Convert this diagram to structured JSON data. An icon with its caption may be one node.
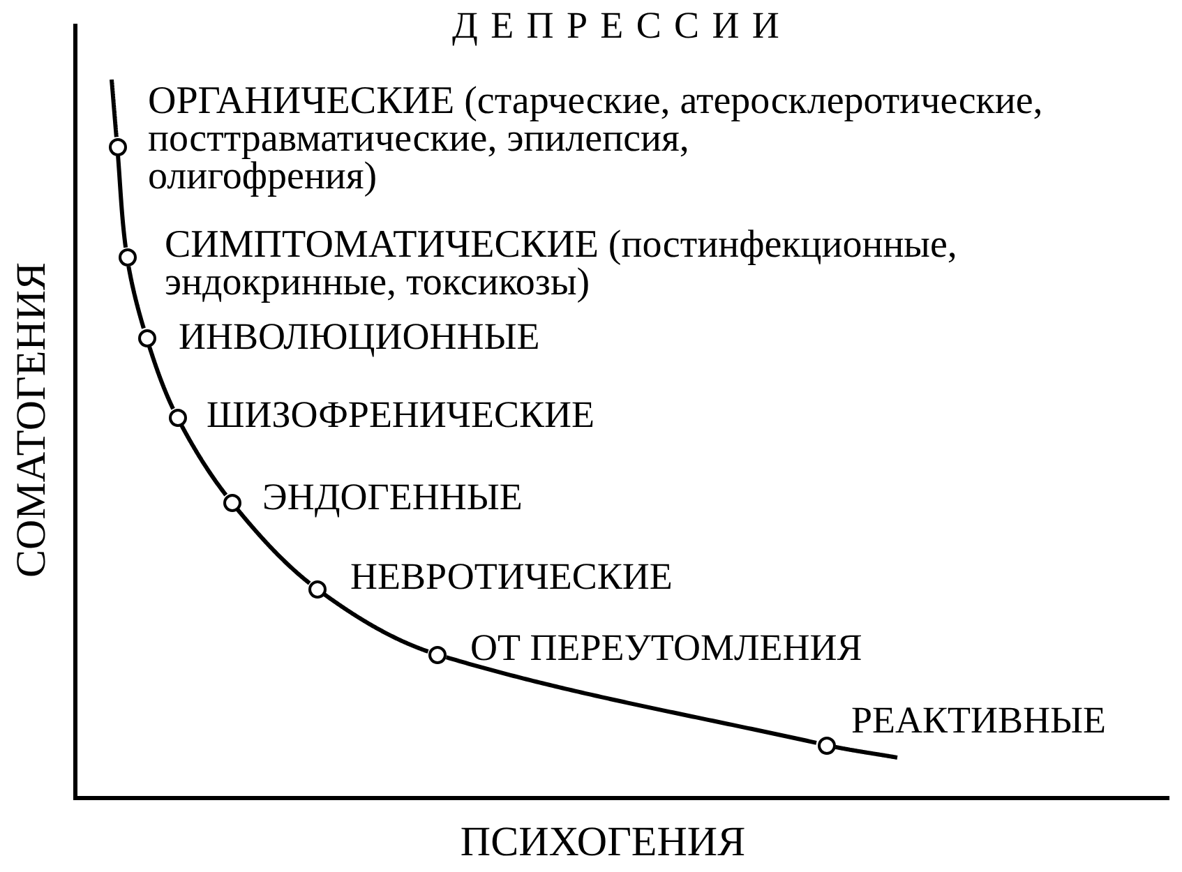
{
  "diagram": {
    "title": "ДЕПРЕССИИ",
    "nodes": [
      {
        "text": [],
        "shape": "circle",
        "beside": [
          "ОРГАНИЧЕСКИЕ (старческие, атеросклеротические, посттравматические, эпилепсия, олигофрения)"
        ]
      },
      {
        "text": [],
        "shape": "circle",
        "beside": [
          "СИМПТОМАТИЧЕСКИЕ (постинфекционные, эндокринные, токсикозы)"
        ]
      },
      {
        "text": [],
        "shape": "circle",
        "beside": [
          "ИНВОЛЮЦИОННЫЕ"
        ]
      },
      {
        "text": [],
        "shape": "circle",
        "beside": [
          "ШИЗОФРЕНИЧЕСКИЕ"
        ]
      },
      {
        "text": [],
        "shape": "circle",
        "beside": [
          "ЭНДОГЕННЫЕ"
        ]
      },
      {
        "text": [],
        "shape": "circle",
        "beside": [
          "НЕВРОТИЧЕСКИЕ"
        ]
      },
      {
        "text": [],
        "shape": "circle",
        "beside": [
          "ОТ ПЕРЕУТОМЛЕНИЯ"
        ]
      },
      {
        "text": [],
        "shape": "circle",
        "beside": [
          "РЕАКТИВНЫЕ"
        ]
      }
    ],
    "edges": [
      {
        "from": null,
        "to": 0,
        "arrow": "none"
      },
      {
        "from": 0,
        "to": 1,
        "arrow": "none"
      },
      {
        "from": 1,
        "to": 2,
        "arrow": "none"
      },
      {
        "from": 2,
        "to": 3,
        "arrow": "none"
      },
      {
        "from": 3,
        "to": 4,
        "arrow": "none"
      },
      {
        "from": 4,
        "to": 5,
        "arrow": "none"
      },
      {
        "from": 5,
        "to": 6,
        "arrow": "none"
      },
      {
        "from": 6,
        "to": 7,
        "arrow": "none"
      },
      {
        "from": 7,
        "to": null,
        "arrow": "none"
      }
    ],
    "labels": [
      "СОМАТОГЕНИЯ",
      "ПСИХОГЕНИЯ"
    ]
  }
}
